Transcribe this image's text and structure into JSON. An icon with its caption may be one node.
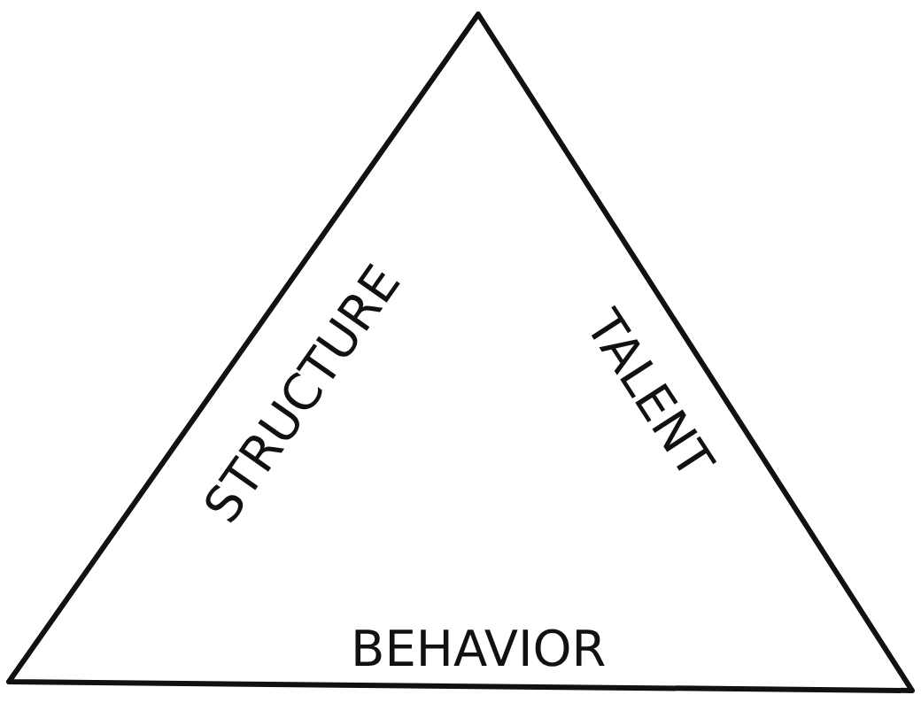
{
  "diagram": {
    "nodes": [
      {
        "text": [
          "STRUCTURE",
          "TALENT",
          "BEHAVIOR"
        ]
      }
    ]
  }
}
